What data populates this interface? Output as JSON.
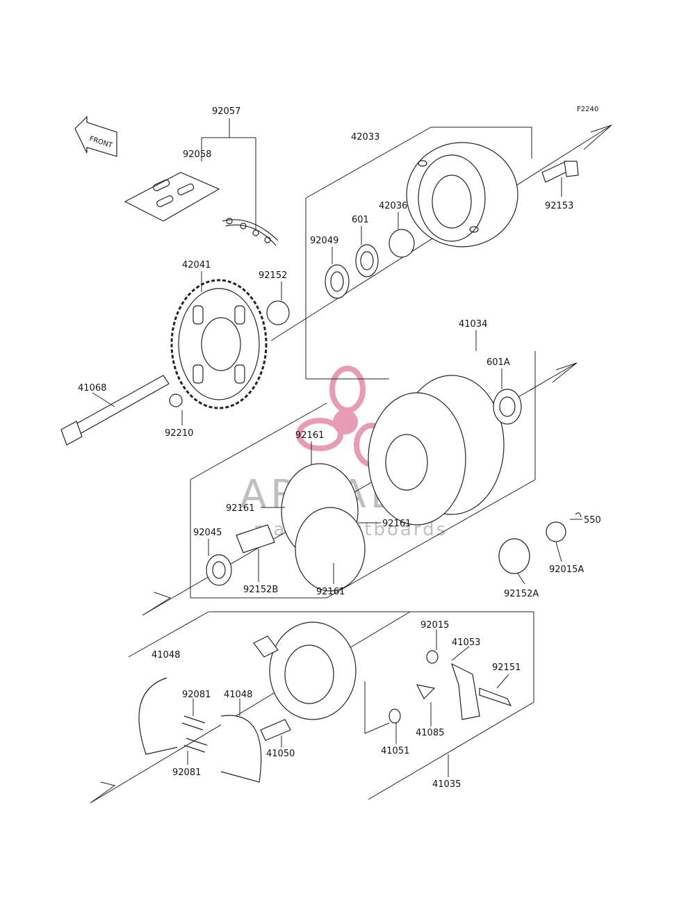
{
  "figure_code": "F2240",
  "front_badge": "FRONT",
  "watermark": {
    "brand": "ARMADA",
    "tagline": "marine outboards",
    "logo_color": "#e58aa8"
  },
  "labels": {
    "p92057": "92057",
    "p92058": "92058",
    "p42033": "42033",
    "p92153": "92153",
    "p42036": "42036",
    "p601": "601",
    "p92049": "92049",
    "p92152": "92152",
    "p42041": "42041",
    "p41034": "41034",
    "p601A": "601A",
    "p41068": "41068",
    "p92210": "92210",
    "p92161a": "92161",
    "p92161b": "92161",
    "p92161c": "92161",
    "p92161d": "92161",
    "p92045": "92045",
    "p92152B": "92152B",
    "p550": "550",
    "p92015A": "92015A",
    "p92152A": "92152A",
    "p41048a": "41048",
    "p92015": "92015",
    "p41053": "41053",
    "p92151": "92151",
    "p92081a": "92081",
    "p41048b": "41048",
    "p41050": "41050",
    "p41085": "41085",
    "p41051": "41051",
    "p92081b": "92081",
    "p41035": "41035"
  }
}
